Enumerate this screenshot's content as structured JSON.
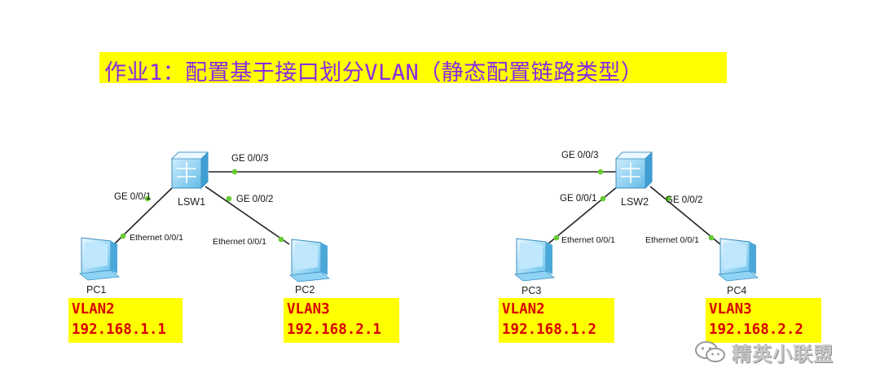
{
  "title": "作业1：配置基于接口划分VLAN（静态配置链路类型）",
  "switches": [
    {
      "name": "LSW1"
    },
    {
      "name": "LSW2"
    }
  ],
  "pcs": [
    {
      "name": "PC1",
      "vlan": "VLAN2",
      "ip": "192.168.1.1"
    },
    {
      "name": "PC2",
      "vlan": "VLAN3",
      "ip": "192.168.2.1"
    },
    {
      "name": "PC3",
      "vlan": "VLAN2",
      "ip": "192.168.1.2"
    },
    {
      "name": "PC4",
      "vlan": "VLAN3",
      "ip": "192.168.2.2"
    }
  ],
  "ports": {
    "lsw1_ge3": "GE 0/0/3",
    "lsw2_ge3": "GE 0/0/3",
    "lsw1_ge1": "GE 0/0/1",
    "lsw1_ge2": "GE 0/0/2",
    "lsw2_ge1": "GE 0/0/1",
    "lsw2_ge2": "GE 0/0/2",
    "pc1_eth": "Ethernet 0/0/1",
    "pc2_eth": "Ethernet 0/0/1",
    "pc3_eth": "Ethernet 0/0/1",
    "pc4_eth": "Ethernet 0/0/1"
  },
  "watermark": "精英小联盟",
  "colors": {
    "highlight": "#ffff00",
    "title_text": "#8a2be2",
    "info_text": "#d80000",
    "link": "#222222",
    "port_dot": "#66cc33"
  }
}
